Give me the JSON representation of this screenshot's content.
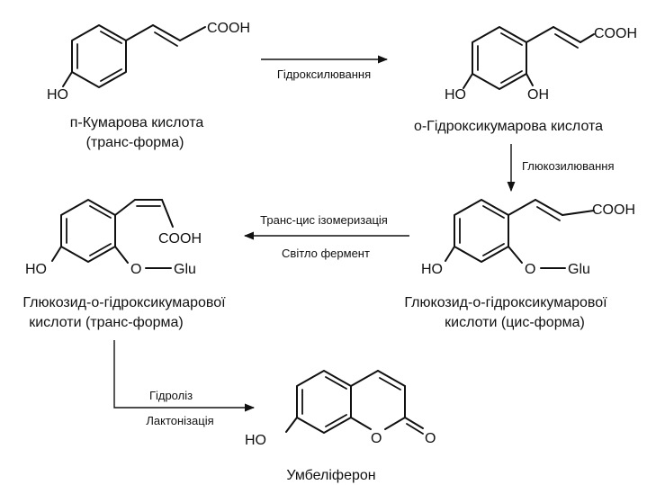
{
  "labels": {
    "cooh": "COOH",
    "ho": "HO",
    "oh": "OH",
    "o": "O",
    "glu": "Glu"
  },
  "captions": {
    "p_coumaric": "п-Кумарова кислота",
    "p_coumaric_form": "(транс-форма)",
    "o_hydroxy": "о-Гідроксикумарова кислота",
    "glucoside_trans_1": "Глюкозид-о-гідроксикумарової",
    "glucoside_trans_2": "кислоти (транс-форма)",
    "glucoside_cis_1": "Глюкозид-о-гідроксикумарової",
    "glucoside_cis_2": "кислоти (цис-форма)",
    "umbelliferone": "Умбеліферон"
  },
  "arrows": {
    "hydroxylation": "Гідроксилювання",
    "glycosylation": "Глюкозилювання",
    "isomerization": "Транс-цис ізомеризація",
    "light_enzyme": "Світло фермент",
    "hydrolysis": "Гідроліз",
    "lactonization": "Лактонізація"
  }
}
